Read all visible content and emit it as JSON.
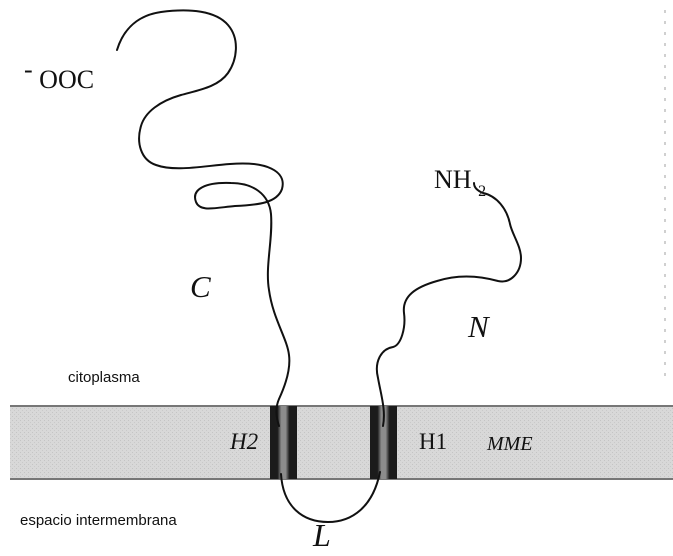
{
  "labels": {
    "c_terminus_charge": "-",
    "c_terminus": "OOC",
    "n_terminus_main": "NH",
    "n_terminus_sub": "2",
    "c_domain": "C",
    "n_domain": "N",
    "loop": "L",
    "helix_2": "H2",
    "helix_1": "H1",
    "membrane": "MME",
    "cytoplasm": "citoplasma",
    "intermembrane_space": "espacio intermembrana"
  },
  "colors": {
    "background": "#ffffff",
    "membrane_fill": "#d8d8d8",
    "membrane_border": "#777777",
    "helix_dark": "#1b1b1b",
    "helix_light": "#8c8c8c",
    "trace": "#111111",
    "text": "#111111"
  }
}
